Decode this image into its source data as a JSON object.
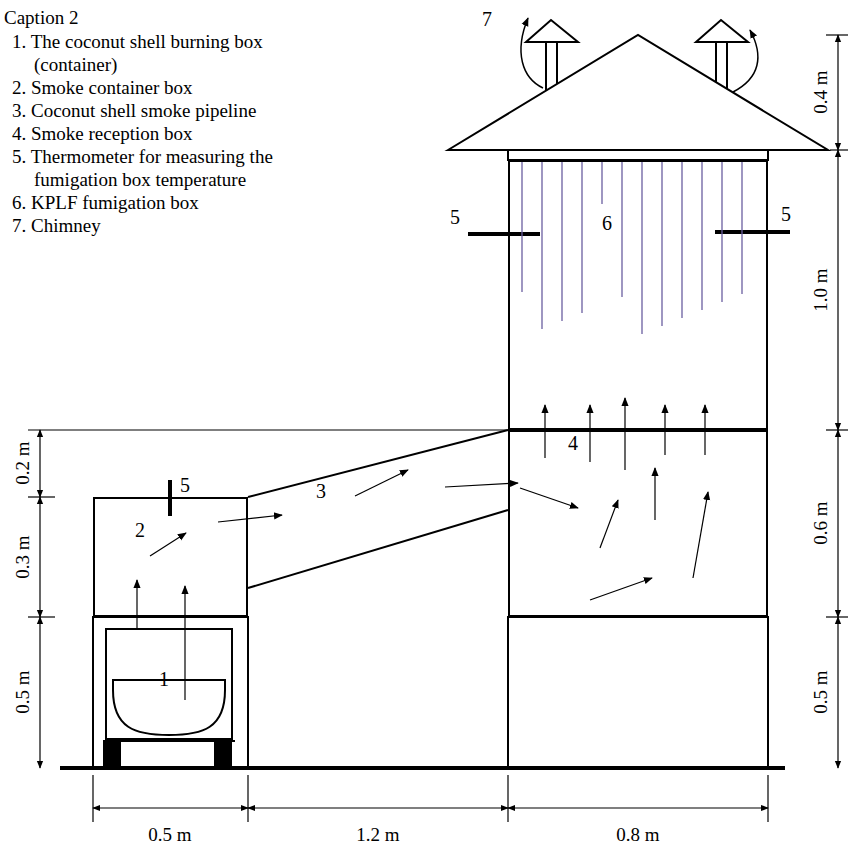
{
  "diagram": {
    "caption": "Caption 2",
    "nodes": [
      {
        "text": [
          "2"
        ]
      },
      {
        "text": [
          "1"
        ]
      },
      {
        "text": [
          "3"
        ]
      },
      {
        "text": [
          "4"
        ]
      },
      {
        "text": [
          "6"
        ]
      }
    ],
    "edges": [
      {
        "from": 1,
        "to": 0,
        "arrow": "to"
      },
      {
        "from": 0,
        "to": 2,
        "arrow": "to"
      },
      {
        "from": 2,
        "to": 3,
        "arrow": "to"
      },
      {
        "from": 3,
        "to": 4,
        "arrow": "to"
      }
    ],
    "labels": [
      "1. The coconut shell burning box (container)",
      "2. Smoke container box",
      "3. Coconut shell smoke pipeline",
      "4. Smoke reception box",
      "5. Thermometer for measuring the fumigation box temperature",
      "6. KPLF fumigation box",
      "7. Chimney",
      "0.2 m",
      "0.3 m",
      "0.5 m",
      "0.4 m",
      "1.0 m",
      "0.6 m",
      "0.5 m",
      "0.5 m",
      "1.2 m",
      "0.8 m",
      "5",
      "5",
      "5",
      "7"
    ]
  }
}
